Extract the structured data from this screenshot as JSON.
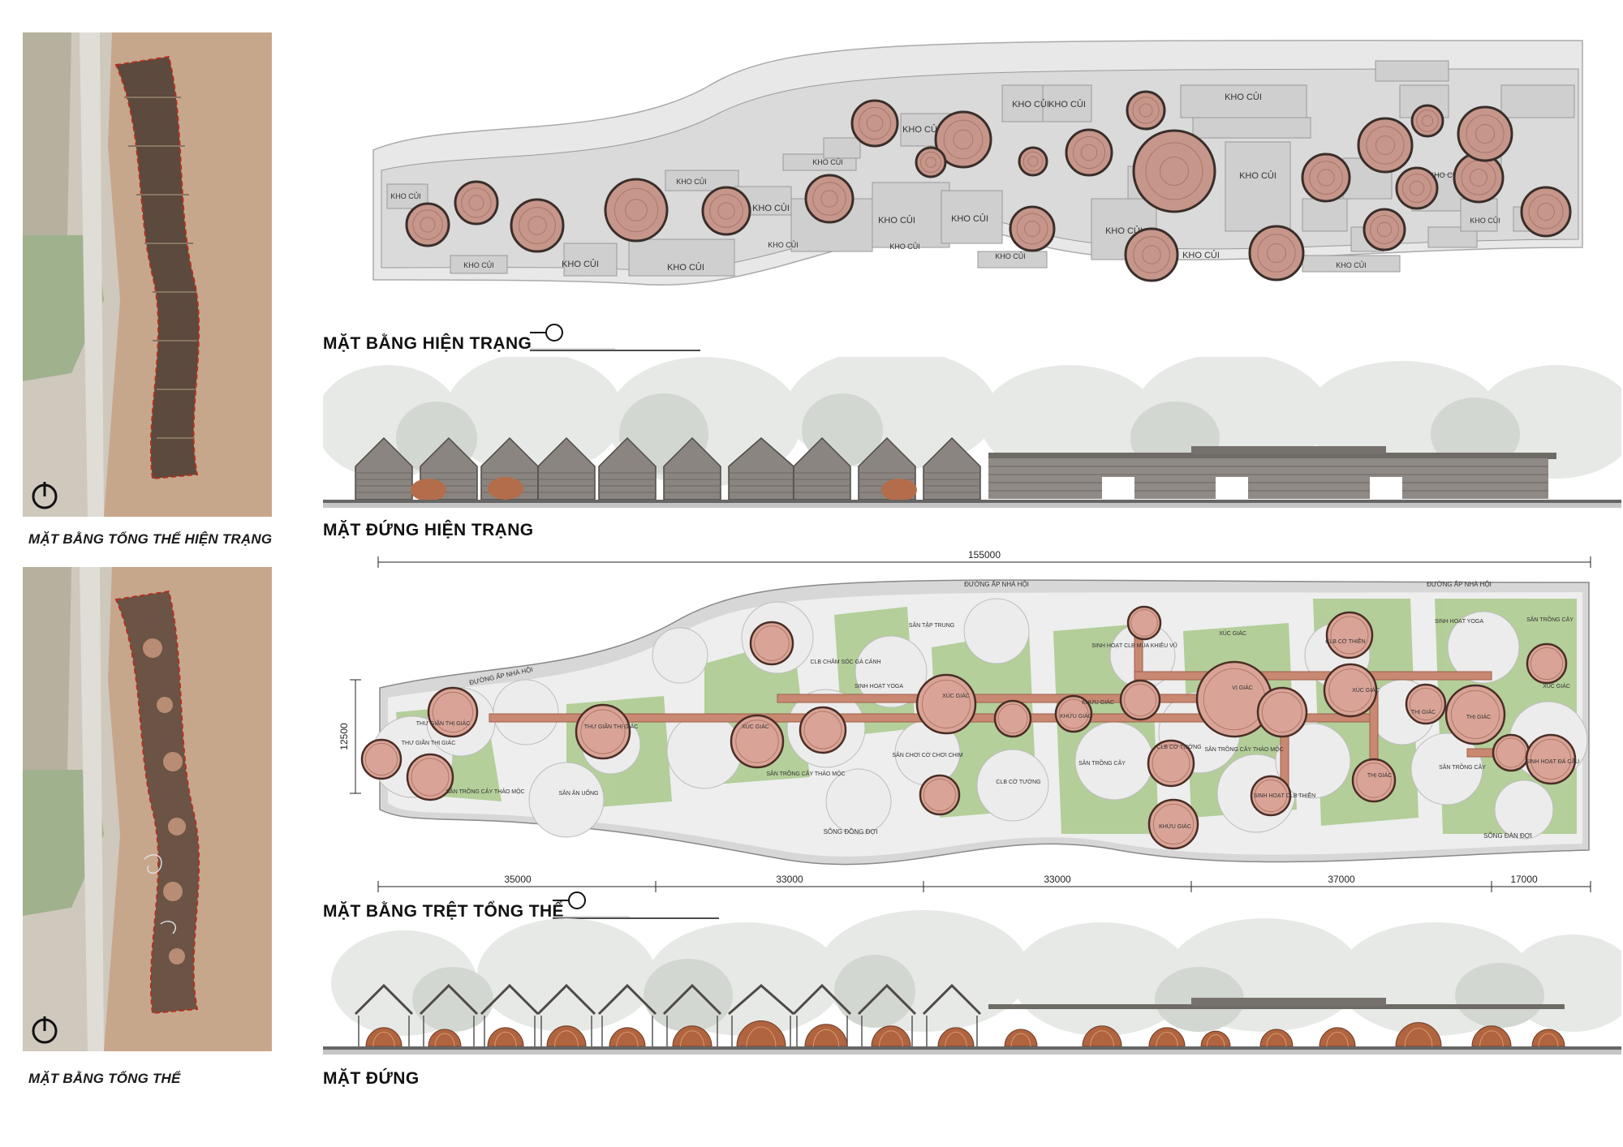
{
  "left_panels": {
    "existing_caption": "MẶT BẰNG TỔNG THỂ HIỆN TRẠNG",
    "proposed_caption": "MẶT BẰNG TỔNG THỂ"
  },
  "existing_plan": {
    "title": "MẶT BẰNG HIỆN TRẠNG",
    "warehouse_label": "KHO CỦI"
  },
  "existing_elevation": {
    "title": "MẶT ĐỨNG HIỆN TRẠNG"
  },
  "ground_plan": {
    "title": "MẶT BẰNG TRỆT TỔNG THỂ",
    "overall_dimension": "155000",
    "side_dimension": "12500",
    "segment_dimensions": [
      "35000",
      "33000",
      "33000",
      "37000",
      "17000"
    ],
    "road_labels": [
      "ĐƯỜNG ẤP NHÀ HỘI",
      "ĐƯỜNG ẤP NHÀ HỘI",
      "ĐƯỜNG ẤP NHÀ HỘI"
    ],
    "river_labels": [
      "SÔNG ĐỒNG ĐỢI",
      "SÔNG ĐÀN ĐỢI"
    ],
    "room_labels": [
      "THƯ GIÃN THỊ GIÁC",
      "THƯ GIÃN THỊ GIÁC",
      "THƯ GIÃN THỊ GIÁC",
      "XÚC GIÁC",
      "CLB CHĂM SÓC GÀ CẢNH",
      "SINH HOẠT YOGA",
      "SÂN TẬP TRUNG",
      "XÚC GIÁC",
      "KHỨU GIÁC",
      "KHỨU GIÁC",
      "VỊ GIÁC",
      "SINH HOẠT CLB MÚA KHIÊU VŨ",
      "CLB CỜ THIỀN",
      "XÚC GIÁC",
      "SINH HOẠT YOGA",
      "SÂN TRỒNG CÂY",
      "THỊ GIÁC",
      "THỊ GIÁC",
      "THỊ GIÁC",
      "SINH HOẠT ĐÁ CẦU",
      "SÂN TRỒNG CÂY THẢO MỘC",
      "SÂN ĂN UỐNG",
      "SÂN TRỒNG CÂY THẢO MỘC",
      "SÂN CHƠI CỜ CHƠI CHIM",
      "CLB CỜ TƯỚNG",
      "SÂN TRỒNG CÂY",
      "CLB CỜ TƯỚNG",
      "SINH HOẠT CLB THIỀN",
      "SÂN TRỒNG CÂY",
      "SÂN TRỒNG CÂY THẢO MỘC",
      "KHỨU GIÁC",
      "XÚC GIÁC",
      "XÚC GIÁC"
    ]
  },
  "proposed_elevation": {
    "title": "MẶT ĐỨNG"
  },
  "colors": {
    "dome": "#c6968a",
    "ring": "#3a2e2a",
    "lawn": "#a9c98b",
    "corridor": "#c98871",
    "plaza": "#ececec",
    "site_sand": "#c9a98d"
  }
}
